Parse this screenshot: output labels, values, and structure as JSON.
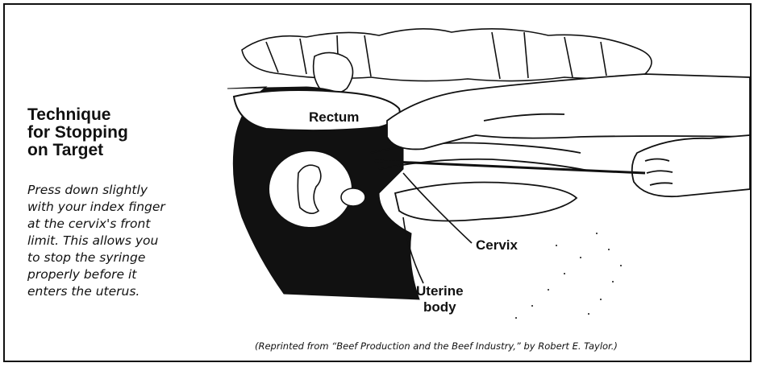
{
  "heading": {
    "line1": "Technique",
    "line2": "for Stopping",
    "line3": "on Target"
  },
  "description": {
    "line1": "Press down slightly",
    "line2": "with your index finger",
    "line3": "at the cervix's front",
    "line4": "limit. This allows you",
    "line5": "to stop the syringe",
    "line6": "properly before it",
    "line7": "enters the uterus."
  },
  "labels": {
    "rectum": "Rectum",
    "cervix": "Cervix",
    "uterine_line1": "Uterine",
    "uterine_line2": "body"
  },
  "caption": "(Reprinted from “Beef Production and the Beef Industry,” by Robert E. Taylor.)"
}
